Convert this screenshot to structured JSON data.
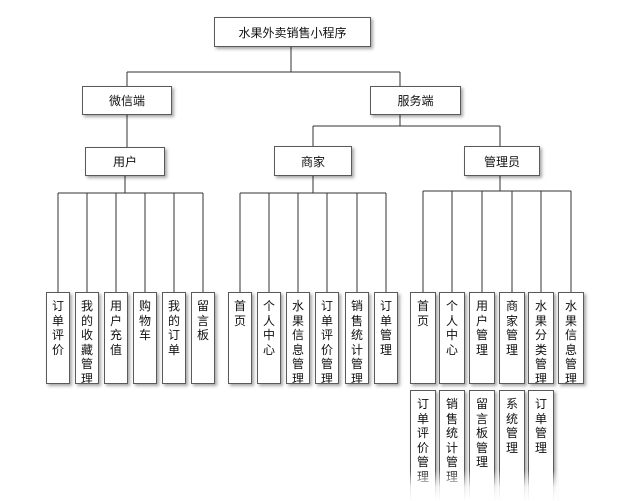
{
  "title": "水果外卖销售小程序",
  "wechat": {
    "label": "微信端",
    "user": {
      "label": "用户",
      "items": [
        "订单评价",
        "我的收藏管理",
        "用户充值",
        "购物车",
        "我的订单",
        "留言板"
      ]
    }
  },
  "server": {
    "label": "服务端",
    "merchant": {
      "label": "商家",
      "items": [
        "首页",
        "个人中心",
        "水果信息管理",
        "订单评价管理",
        "销售统计管理",
        "订单管理"
      ]
    },
    "admin": {
      "label": "管理员",
      "items_row1": [
        "首页",
        "个人中心",
        "用户管理",
        "商家管理",
        "水果分类管理",
        "水果信息管理"
      ],
      "items_row2": [
        "订单评价管理",
        "销售统计管理",
        "留言板管理",
        "系统管理",
        "订单管理"
      ]
    }
  }
}
